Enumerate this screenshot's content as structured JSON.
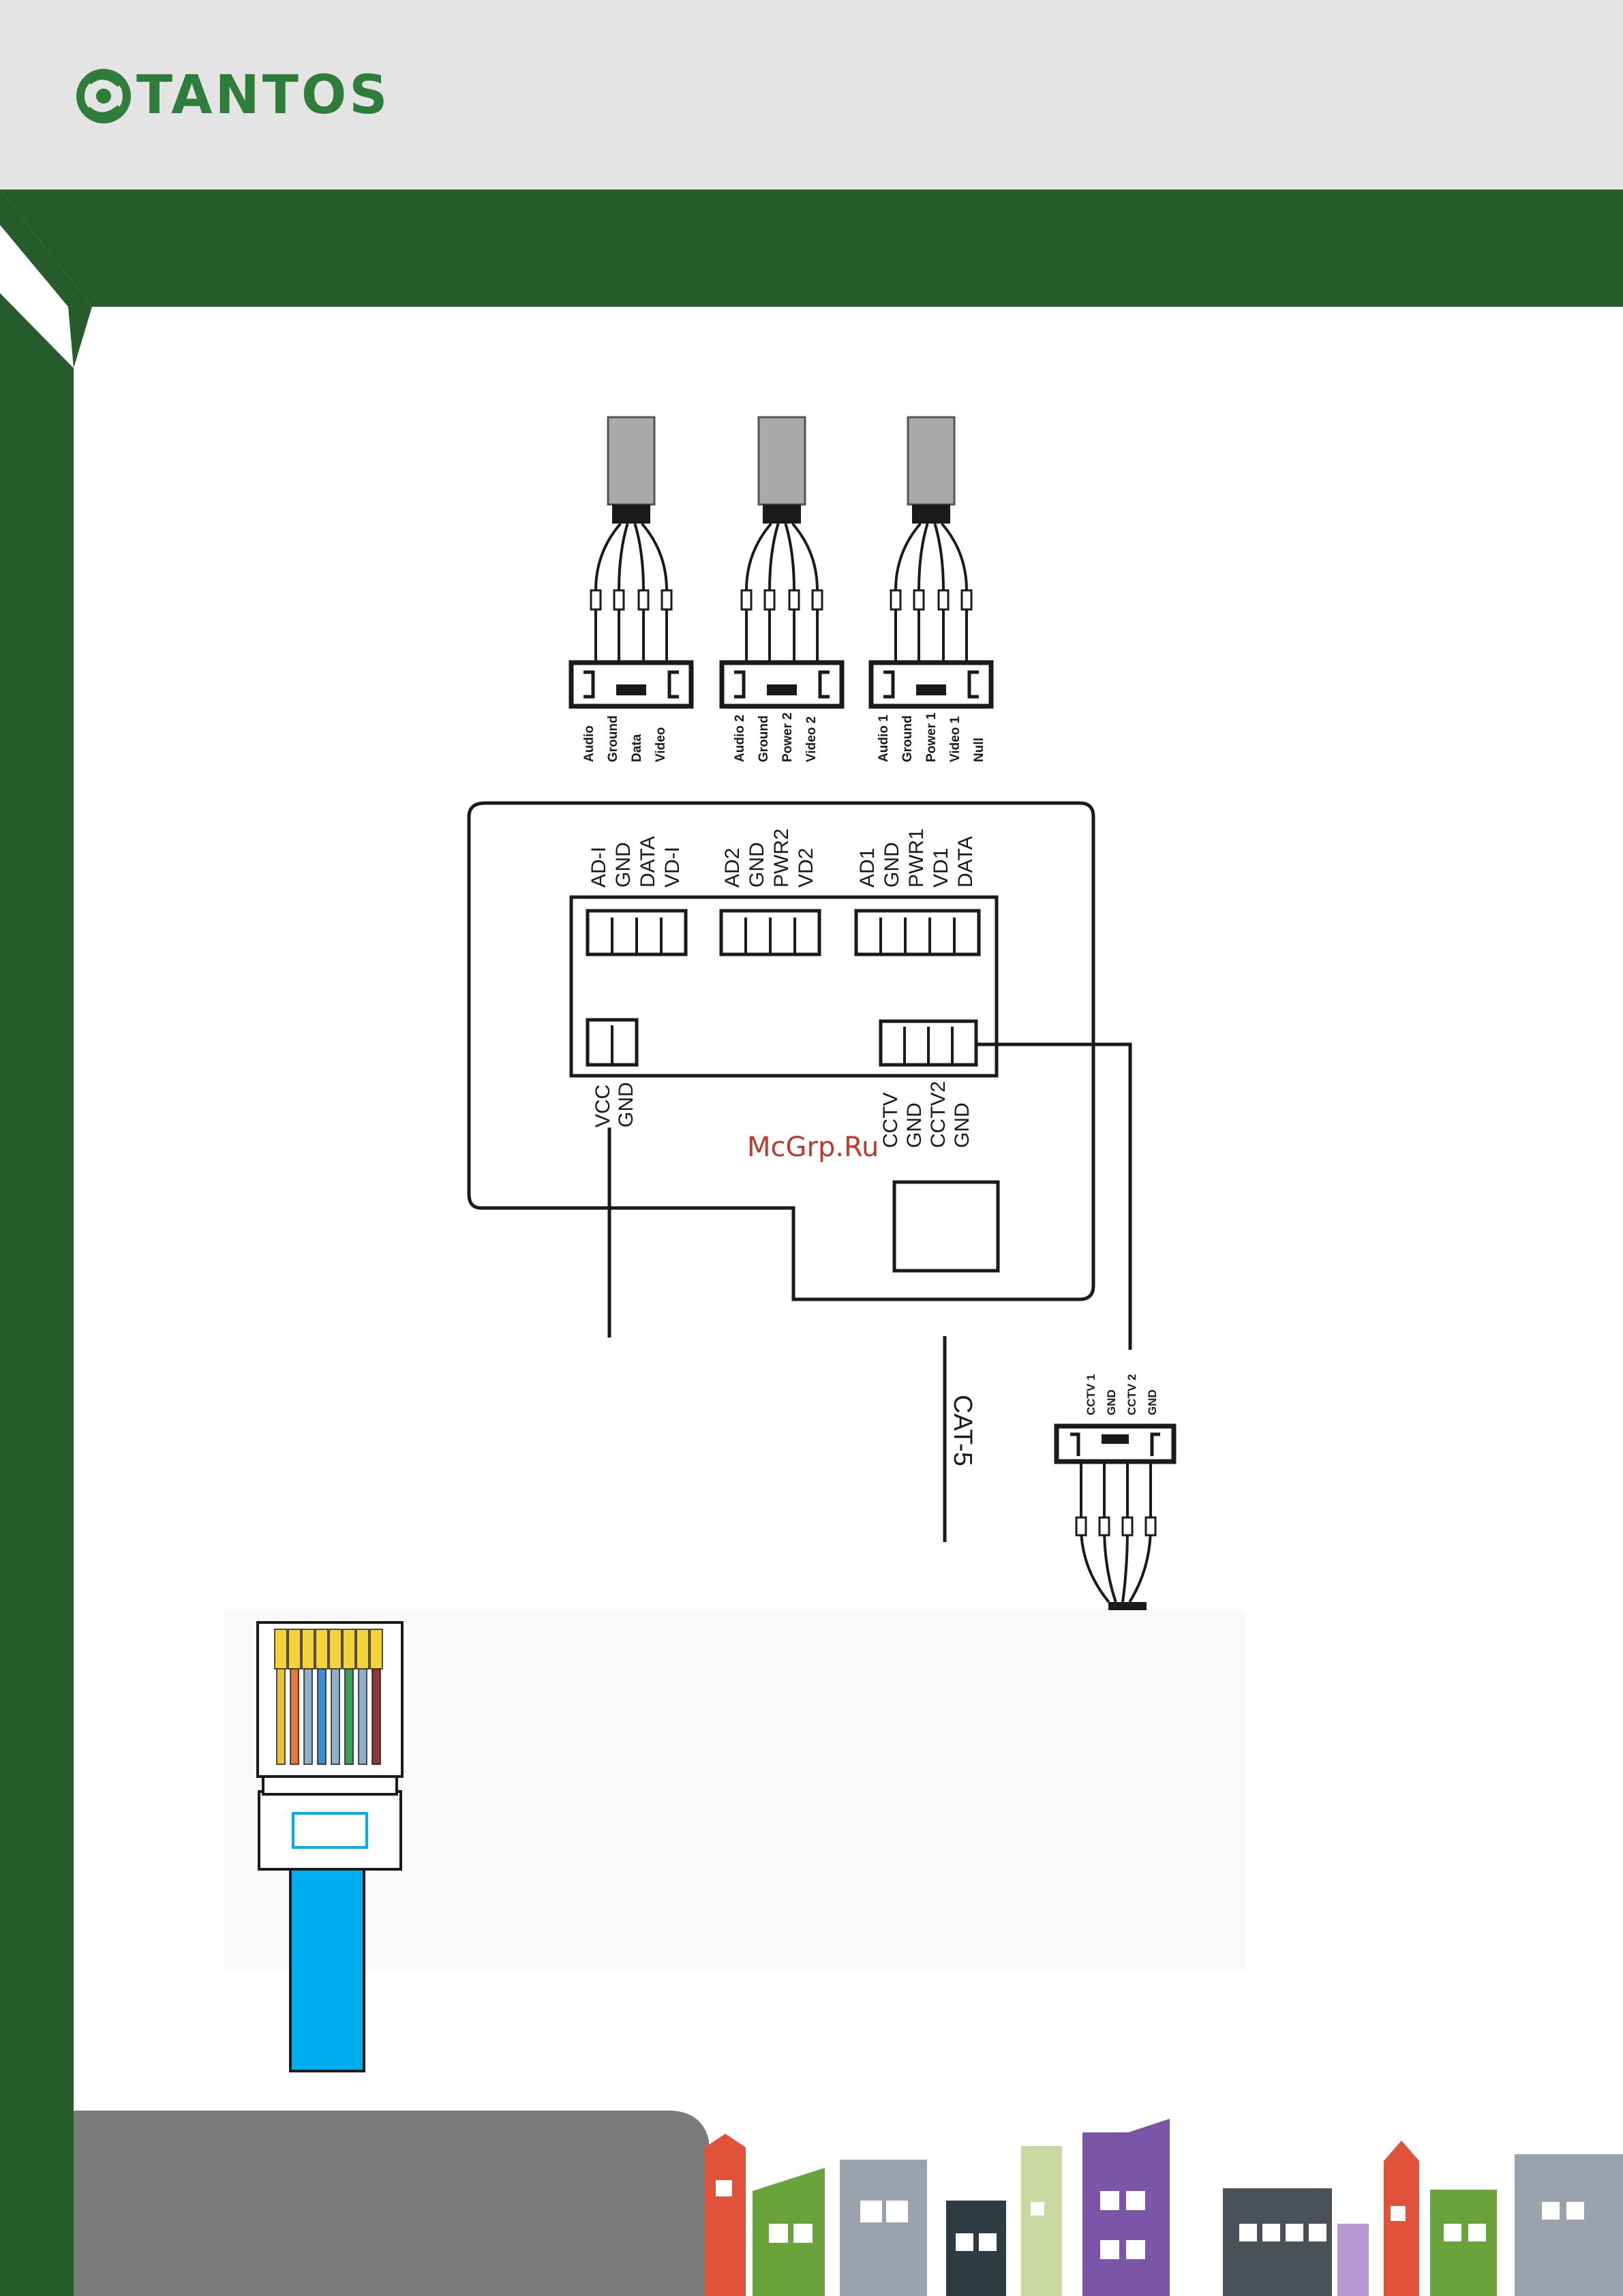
{
  "brand": {
    "name": "TANTOS",
    "icon": "tantos-logo-icon",
    "colors": {
      "green": "#2f7d3a",
      "dark_green": "#265c2b",
      "header_gray": "#e4e4e4"
    }
  },
  "watermark": "McGrp.Ru",
  "cables_top": [
    {
      "labels": [
        "Audio",
        "Ground",
        "Data",
        "Video"
      ]
    },
    {
      "labels": [
        "Audio 2",
        "Ground",
        "Power 2",
        "Video 2"
      ]
    },
    {
      "labels": [
        "Audio 1",
        "Ground",
        "Power 1",
        "Video 1",
        "Null"
      ]
    }
  ],
  "board": {
    "terminals_top": [
      {
        "labels": [
          "AD-I",
          "GND",
          "DATA",
          "VD-I"
        ]
      },
      {
        "labels": [
          "AD2",
          "GND",
          "PWR2",
          "VD2"
        ]
      },
      {
        "labels": [
          "AD1",
          "GND",
          "PWR1",
          "VD1",
          "DATA"
        ]
      }
    ],
    "power_terminal": {
      "labels": [
        "VCC",
        "GND"
      ]
    },
    "cctv_terminal": {
      "labels": [
        "CCTV",
        "GND",
        "CCTV2",
        "GND"
      ]
    }
  },
  "cat5_label": "CAT-5",
  "cctv_cable": {
    "labels": [
      "CCTV 1",
      "GND",
      "CCTV 2",
      "GND"
    ]
  }
}
